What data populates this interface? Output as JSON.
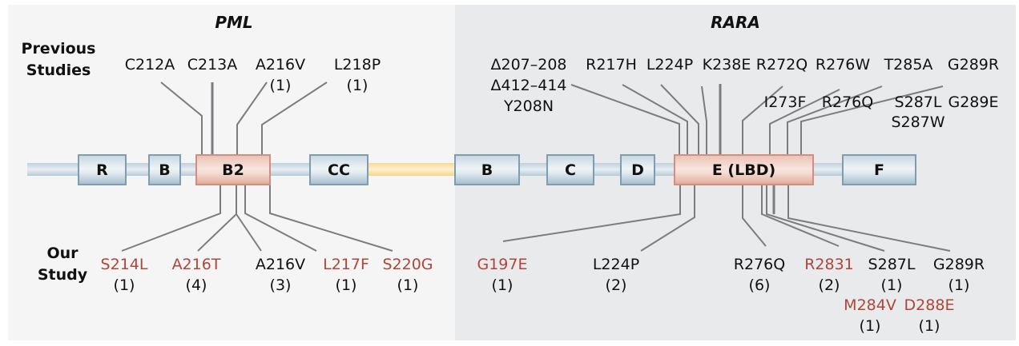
{
  "genes": {
    "pml": {
      "title": "PML"
    },
    "rara": {
      "title": "RARA"
    }
  },
  "row_labels": {
    "previous": [
      "Previous",
      "Studies"
    ],
    "ours": [
      "Our",
      "Study"
    ]
  },
  "colors": {
    "novel_text": "#b0453a",
    "normal_text": "#111111",
    "domain_border": "#7f9cb0",
    "highlight_domain_border": "#d08f80",
    "connector_line": "#7a7c80",
    "linker": "#fbe3a8",
    "pml_background": "#f5f5f5",
    "rara_background": "#e9eaec"
  },
  "domains": [
    {
      "gene": "PML",
      "label": "R",
      "highlighted": false
    },
    {
      "gene": "PML",
      "label": "B",
      "highlighted": false
    },
    {
      "gene": "PML",
      "label": "B2",
      "highlighted": true
    },
    {
      "gene": "PML",
      "label": "CC",
      "highlighted": false
    },
    {
      "gene": "RARA",
      "label": "B",
      "highlighted": false
    },
    {
      "gene": "RARA",
      "label": "C",
      "highlighted": false
    },
    {
      "gene": "RARA",
      "label": "D",
      "highlighted": false
    },
    {
      "gene": "RARA",
      "label": "E (LBD)",
      "highlighted": true
    },
    {
      "gene": "RARA",
      "label": "F",
      "highlighted": false
    }
  ],
  "previous_studies": [
    {
      "gene": "PML",
      "mutation": "C212A",
      "count": ""
    },
    {
      "gene": "PML",
      "mutation": "C213A",
      "count": ""
    },
    {
      "gene": "PML",
      "mutation": "A216V",
      "count": "(1)"
    },
    {
      "gene": "PML",
      "mutation": "L218P",
      "count": "(1)"
    },
    {
      "gene": "RARA",
      "mutation": "Δ207–208",
      "count": ""
    },
    {
      "gene": "RARA",
      "mutation": "Δ412–414",
      "count": ""
    },
    {
      "gene": "RARA",
      "mutation": "Y208N",
      "count": ""
    },
    {
      "gene": "RARA",
      "mutation": "R217H",
      "count": ""
    },
    {
      "gene": "RARA",
      "mutation": "L224P",
      "count": ""
    },
    {
      "gene": "RARA",
      "mutation": "K238E",
      "count": ""
    },
    {
      "gene": "RARA",
      "mutation": "R272Q",
      "count": ""
    },
    {
      "gene": "RARA",
      "mutation": "R276W",
      "count": ""
    },
    {
      "gene": "RARA",
      "mutation": "T285A",
      "count": ""
    },
    {
      "gene": "RARA",
      "mutation": "G289R",
      "count": ""
    },
    {
      "gene": "RARA",
      "mutation": "I273F",
      "count": ""
    },
    {
      "gene": "RARA",
      "mutation": "R276Q",
      "count": ""
    },
    {
      "gene": "RARA",
      "mutation": "S287L",
      "count": ""
    },
    {
      "gene": "RARA",
      "mutation": "S287W",
      "count": ""
    },
    {
      "gene": "RARA",
      "mutation": "G289E",
      "count": ""
    }
  ],
  "our_study": [
    {
      "gene": "PML",
      "mutation": "S214L",
      "count": "(1)",
      "novel": true
    },
    {
      "gene": "PML",
      "mutation": "A216T",
      "count": "(4)",
      "novel": true
    },
    {
      "gene": "PML",
      "mutation": "A216V",
      "count": "(3)",
      "novel": false
    },
    {
      "gene": "PML",
      "mutation": "L217F",
      "count": "(1)",
      "novel": true
    },
    {
      "gene": "PML",
      "mutation": "S220G",
      "count": "(1)",
      "novel": true
    },
    {
      "gene": "RARA",
      "mutation": "G197E",
      "count": "(1)",
      "novel": true
    },
    {
      "gene": "RARA",
      "mutation": "L224P",
      "count": "(2)",
      "novel": false
    },
    {
      "gene": "RARA",
      "mutation": "R276Q",
      "count": "(6)",
      "novel": false
    },
    {
      "gene": "RARA",
      "mutation": "R2831",
      "count": "(2)",
      "novel": true
    },
    {
      "gene": "RARA",
      "mutation": "S287L",
      "count": "(1)",
      "novel": false
    },
    {
      "gene": "RARA",
      "mutation": "G289R",
      "count": "(1)",
      "novel": false
    },
    {
      "gene": "RARA",
      "mutation": "M284V",
      "count": "(1)",
      "novel": true
    },
    {
      "gene": "RARA",
      "mutation": "D288E",
      "count": "(1)",
      "novel": true
    }
  ]
}
